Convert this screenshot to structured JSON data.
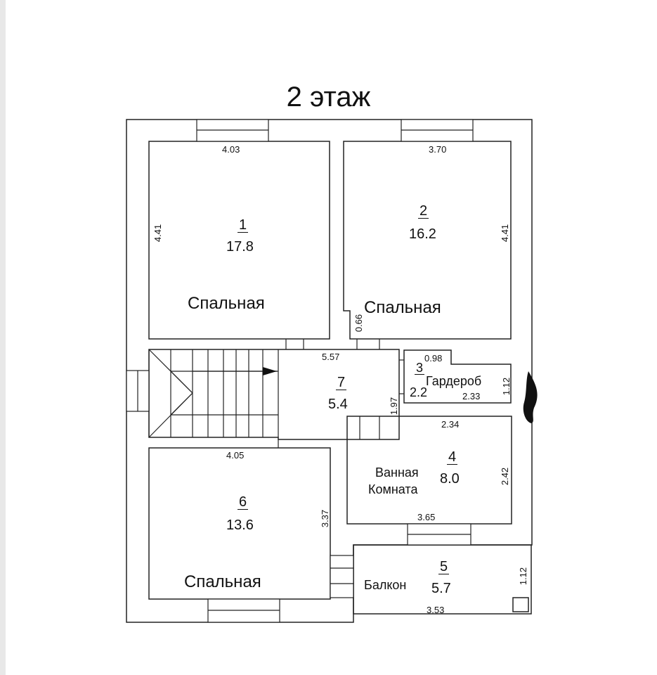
{
  "title": "2 этаж",
  "rooms": [
    {
      "number": "1",
      "area": "17.8",
      "name": "Спальная",
      "width": "4.03",
      "height": "4.41"
    },
    {
      "number": "2",
      "area": "16.2",
      "name": "Спальная",
      "width": "3.70",
      "height": "4.41",
      "side": "0.66"
    },
    {
      "number": "3",
      "area": "2.2",
      "name": "Гардероб",
      "width_top": "0.98",
      "width_bottom": "2.33",
      "height": "1.12"
    },
    {
      "number": "4",
      "area": "8.0",
      "name_line1": "Ванная",
      "name_line2": "Комната",
      "width_top": "2.34",
      "width_bottom": "3.65",
      "height": "2.42"
    },
    {
      "number": "5",
      "area": "5.7",
      "name": "Балкон",
      "width": "3.53",
      "height": "1.12"
    },
    {
      "number": "6",
      "area": "13.6",
      "name": "Спальная",
      "width": "4.05",
      "height": "3.37"
    },
    {
      "number": "7",
      "area": "5.4",
      "width": "5.57",
      "height": "1.97"
    }
  ]
}
